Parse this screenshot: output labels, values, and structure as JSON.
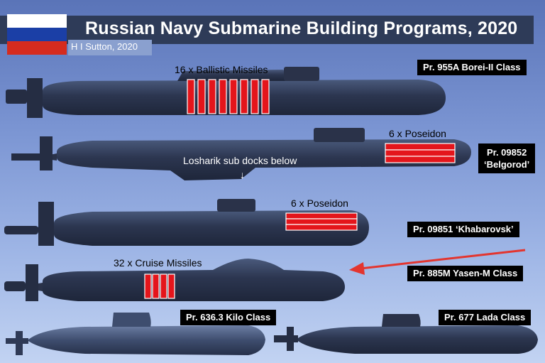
{
  "header": {
    "title": "Russian Navy Submarine Building Programs, 2020",
    "byline": "H I Sutton, 2020",
    "flag_colors": [
      "#ffffff",
      "#1b3fa6",
      "#d52b1e"
    ]
  },
  "submarines": [
    {
      "label": "Pr. 955A Borei-II Class",
      "payload": "16 x Ballistic Missiles",
      "payload_count": 8
    },
    {
      "label_lines": [
        "Pr. 09852",
        "‘Belgorod’"
      ],
      "payload": "6 x Poseidon",
      "payload_count": 3,
      "note": "Losharik sub docks below",
      "note_arrow": "↓"
    },
    {
      "label": "Pr. 09851 ‘Khabarovsk’",
      "payload": "6 x Poseidon",
      "payload_count": 3
    },
    {
      "label": "Pr. 885M Yasen-M Class",
      "payload": "32 x Cruise Missiles",
      "payload_count": 4
    },
    {
      "label": "Pr. 636.3 Kilo Class"
    },
    {
      "label": "Pr. 677 Lada Class"
    }
  ],
  "colors": {
    "hull": "#2c3650",
    "hull_light": "#3d4b6b",
    "payload": "#e4151b",
    "arrow": "#e3352f"
  }
}
